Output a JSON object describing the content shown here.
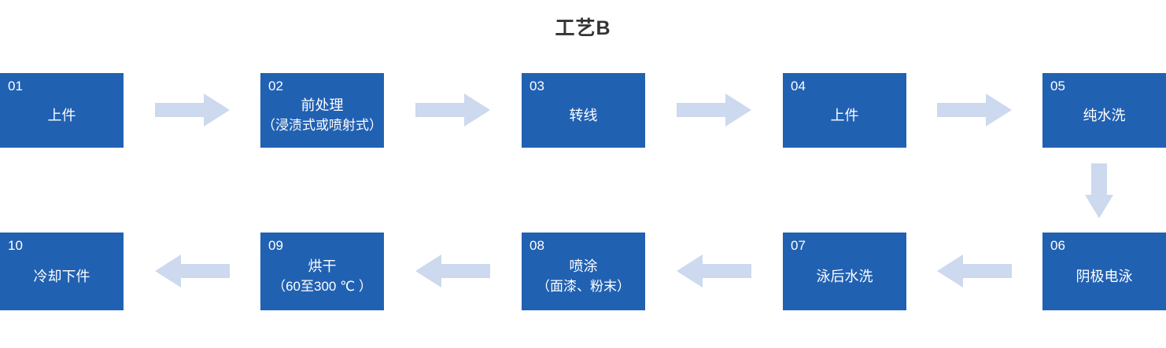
{
  "title": "工艺B",
  "colors": {
    "box": "#2161b2",
    "box_text": "#ffffff",
    "arrow": "#ccd9ee",
    "title_text": "#333333",
    "background": "#ffffff"
  },
  "rows": [
    {
      "direction": "right",
      "steps": [
        {
          "number": "01",
          "label": "上件",
          "sublabel": ""
        },
        {
          "number": "02",
          "label": "前处理",
          "sublabel": "（浸渍式或喷射式）"
        },
        {
          "number": "03",
          "label": "转线",
          "sublabel": ""
        },
        {
          "number": "04",
          "label": "上件",
          "sublabel": ""
        },
        {
          "number": "05",
          "label": "纯水洗",
          "sublabel": ""
        }
      ]
    },
    {
      "direction": "left",
      "steps": [
        {
          "number": "10",
          "label": "冷却下件",
          "sublabel": ""
        },
        {
          "number": "09",
          "label": "烘干",
          "sublabel": "（60至300 ℃ ）"
        },
        {
          "number": "08",
          "label": "喷涂",
          "sublabel": "（面漆、粉末）"
        },
        {
          "number": "07",
          "label": "泳后水洗",
          "sublabel": ""
        },
        {
          "number": "06",
          "label": "阴极电泳",
          "sublabel": ""
        }
      ]
    }
  ]
}
